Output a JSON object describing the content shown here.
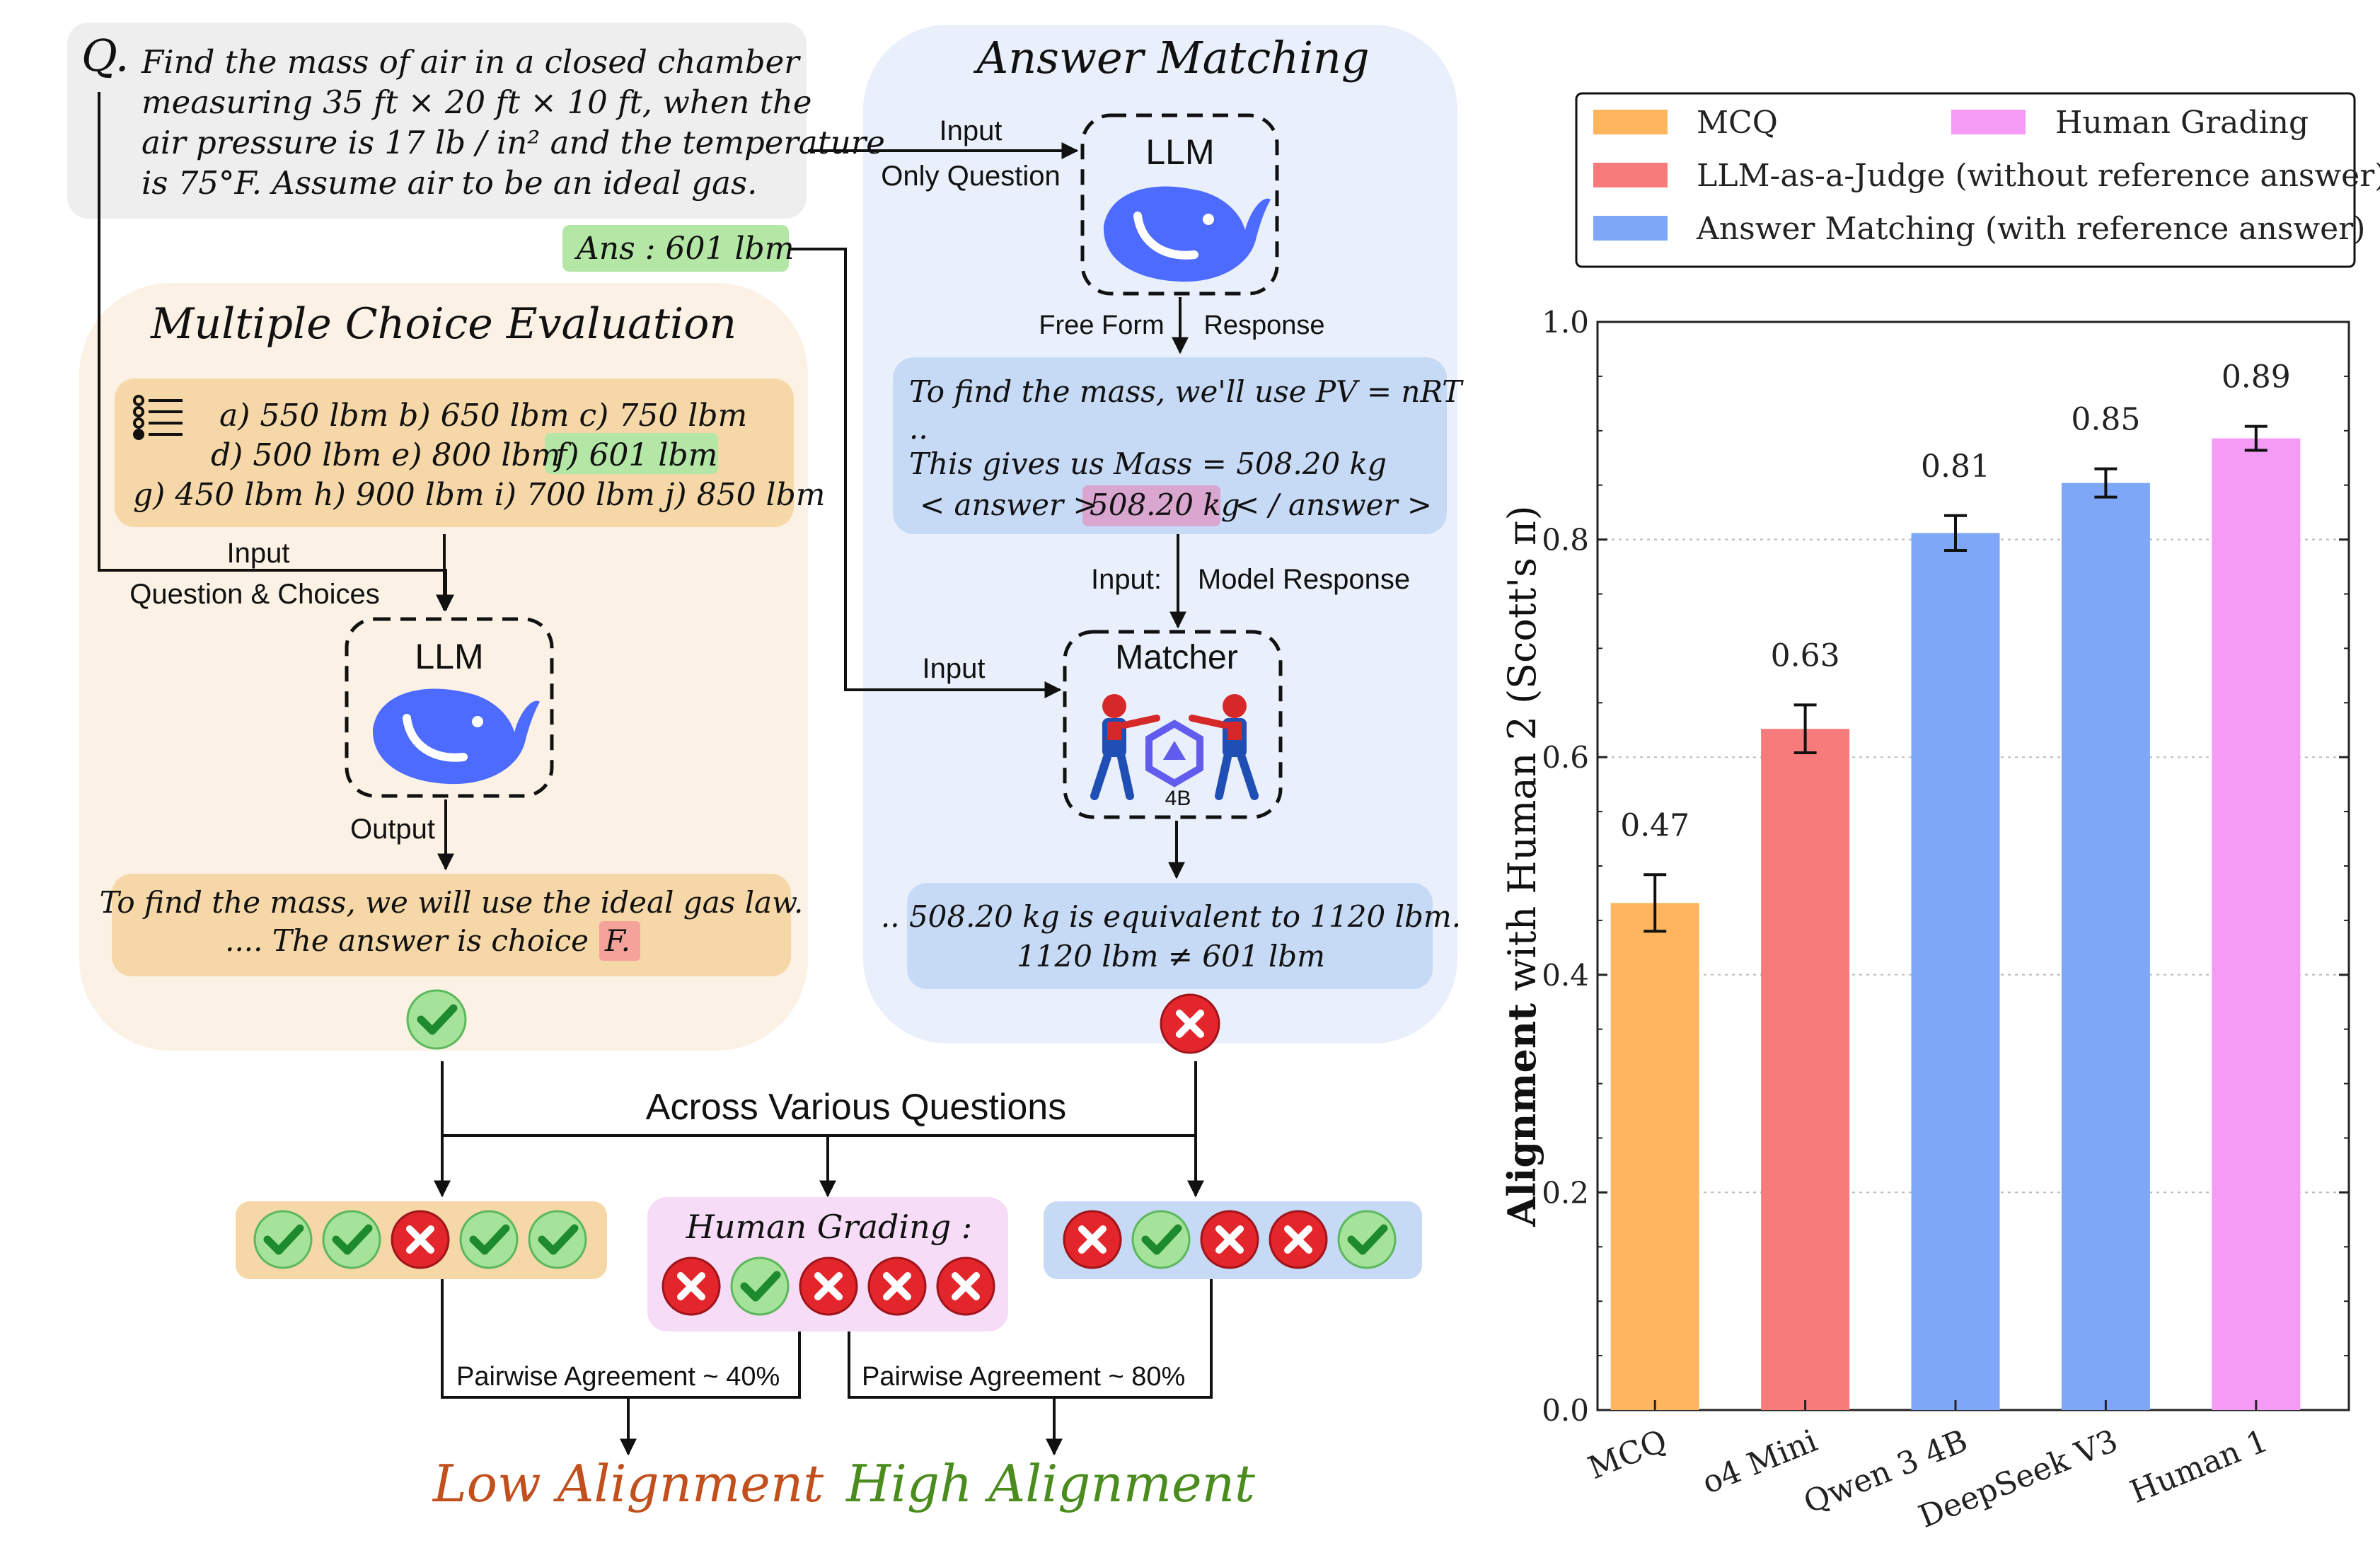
{
  "question": {
    "prefix": "Q.",
    "lines": [
      "Find the mass of air in a closed chamber",
      "measuring 35 ft × 20 ft × 10 ft, when the",
      "air pressure is 17 lb / in² and the temperature",
      "is 75°F. Assume air to be an ideal gas."
    ]
  },
  "answer_tag": "Ans :  601 lbm",
  "mcq": {
    "title": "Multiple Choice Evaluation",
    "choices": {
      "line1": "a) 550 lbm   b) 650 lbm   c) 750 lbm",
      "line2a": "d) 500 lbm   e) 800 lbm",
      "line2b": "f) 601 lbm",
      "line3": "g) 450 lbm   h) 900 lbm   i)  700 lbm   j) 850 lbm"
    },
    "input_label": "Input",
    "input_sublabel": "Question & Choices",
    "llm_label": "LLM",
    "output_label": "Output",
    "output_text_line1": "To find the mass, we will use the ideal gas law.",
    "output_text_line2": "....   The answer is choice",
    "output_choice": "F."
  },
  "am": {
    "title": "Answer  Matching",
    "input_label": "Input",
    "input_sublabel": "Only Question",
    "llm_label": "LLM",
    "free_form": "Free Form",
    "response": "Response",
    "resp_line1": "To find the mass, we'll use PV  =  nRT",
    "resp_line2": "..",
    "resp_line3": "This gives us Mass  =  508.20 kg",
    "resp_line4a": "< answer >",
    "resp_highlight": "508.20 kg",
    "resp_line4b": "<  / answer >",
    "input_model_label": "Input:",
    "model_response_label": "Model Response",
    "matcher_input_label": "Input",
    "matcher_label": "Matcher",
    "matcher_size": "4B",
    "result_line1": ".. 508.20 kg is equivalent to 1120 lbm.",
    "result_line2": "1120 lbm  ≠  601 lbm"
  },
  "bottom": {
    "across": "Across Various Questions",
    "human_grading": "Human Grading :",
    "mcq_marks": [
      "check",
      "check",
      "cross",
      "check",
      "check"
    ],
    "human_marks": [
      "cross",
      "check",
      "cross",
      "cross",
      "cross"
    ],
    "am_marks": [
      "cross",
      "check",
      "cross",
      "cross",
      "check"
    ],
    "pair_low": "Pairwise Agreement ~ 40%",
    "pair_high": "Pairwise Agreement ~ 80%",
    "low": "Low Alignment",
    "high": "High Alignment"
  },
  "colors": {
    "mcq_panel": "#fbf1e4",
    "mcq_box": "#f6d8a8",
    "am_panel": "#e9f0fb",
    "am_box": "#c6d9f5",
    "q_box": "#eeeeef",
    "green_hl": "#b4e6a6",
    "red_hl": "#f5a39a",
    "pink_hl": "#d9a6cf",
    "human_box": "#f6dcf7",
    "low": "#c1501d",
    "high": "#4a8c1e"
  },
  "legend": [
    {
      "label": "MCQ",
      "color": "#fdb55e"
    },
    {
      "label": "Human Grading",
      "color": "#f49bf5"
    },
    {
      "label": "LLM-as-a-Judge (without reference answer)",
      "color": "#f77b7b"
    },
    {
      "label": "Answer Matching (with reference answer)",
      "color": "#7ea7f7"
    }
  ],
  "chart_data": {
    "type": "bar",
    "categories": [
      "MCQ",
      "o4 Mini",
      "Qwen 3 4B",
      "DeepSeek V3",
      "Human 1"
    ],
    "values": [
      0.466,
      0.626,
      0.806,
      0.852,
      0.893
    ],
    "value_labels": [
      "0.47",
      "0.63",
      "0.81",
      "0.85",
      "0.89"
    ],
    "errors": [
      0.026,
      0.022,
      0.016,
      0.013,
      0.011
    ],
    "colors": [
      "#fdb55e",
      "#f77b7b",
      "#7ea7f7",
      "#7ea7f7",
      "#f49bf5"
    ],
    "ylabel_bold": "Alignment",
    "ylabel_rest": " with Human 2  (Scott's π)",
    "ylim": [
      0,
      1.0
    ],
    "yticks": [
      "0.0",
      "0.2",
      "0.4",
      "0.6",
      "0.8",
      "1.0"
    ],
    "grid": true,
    "legend": "top"
  }
}
